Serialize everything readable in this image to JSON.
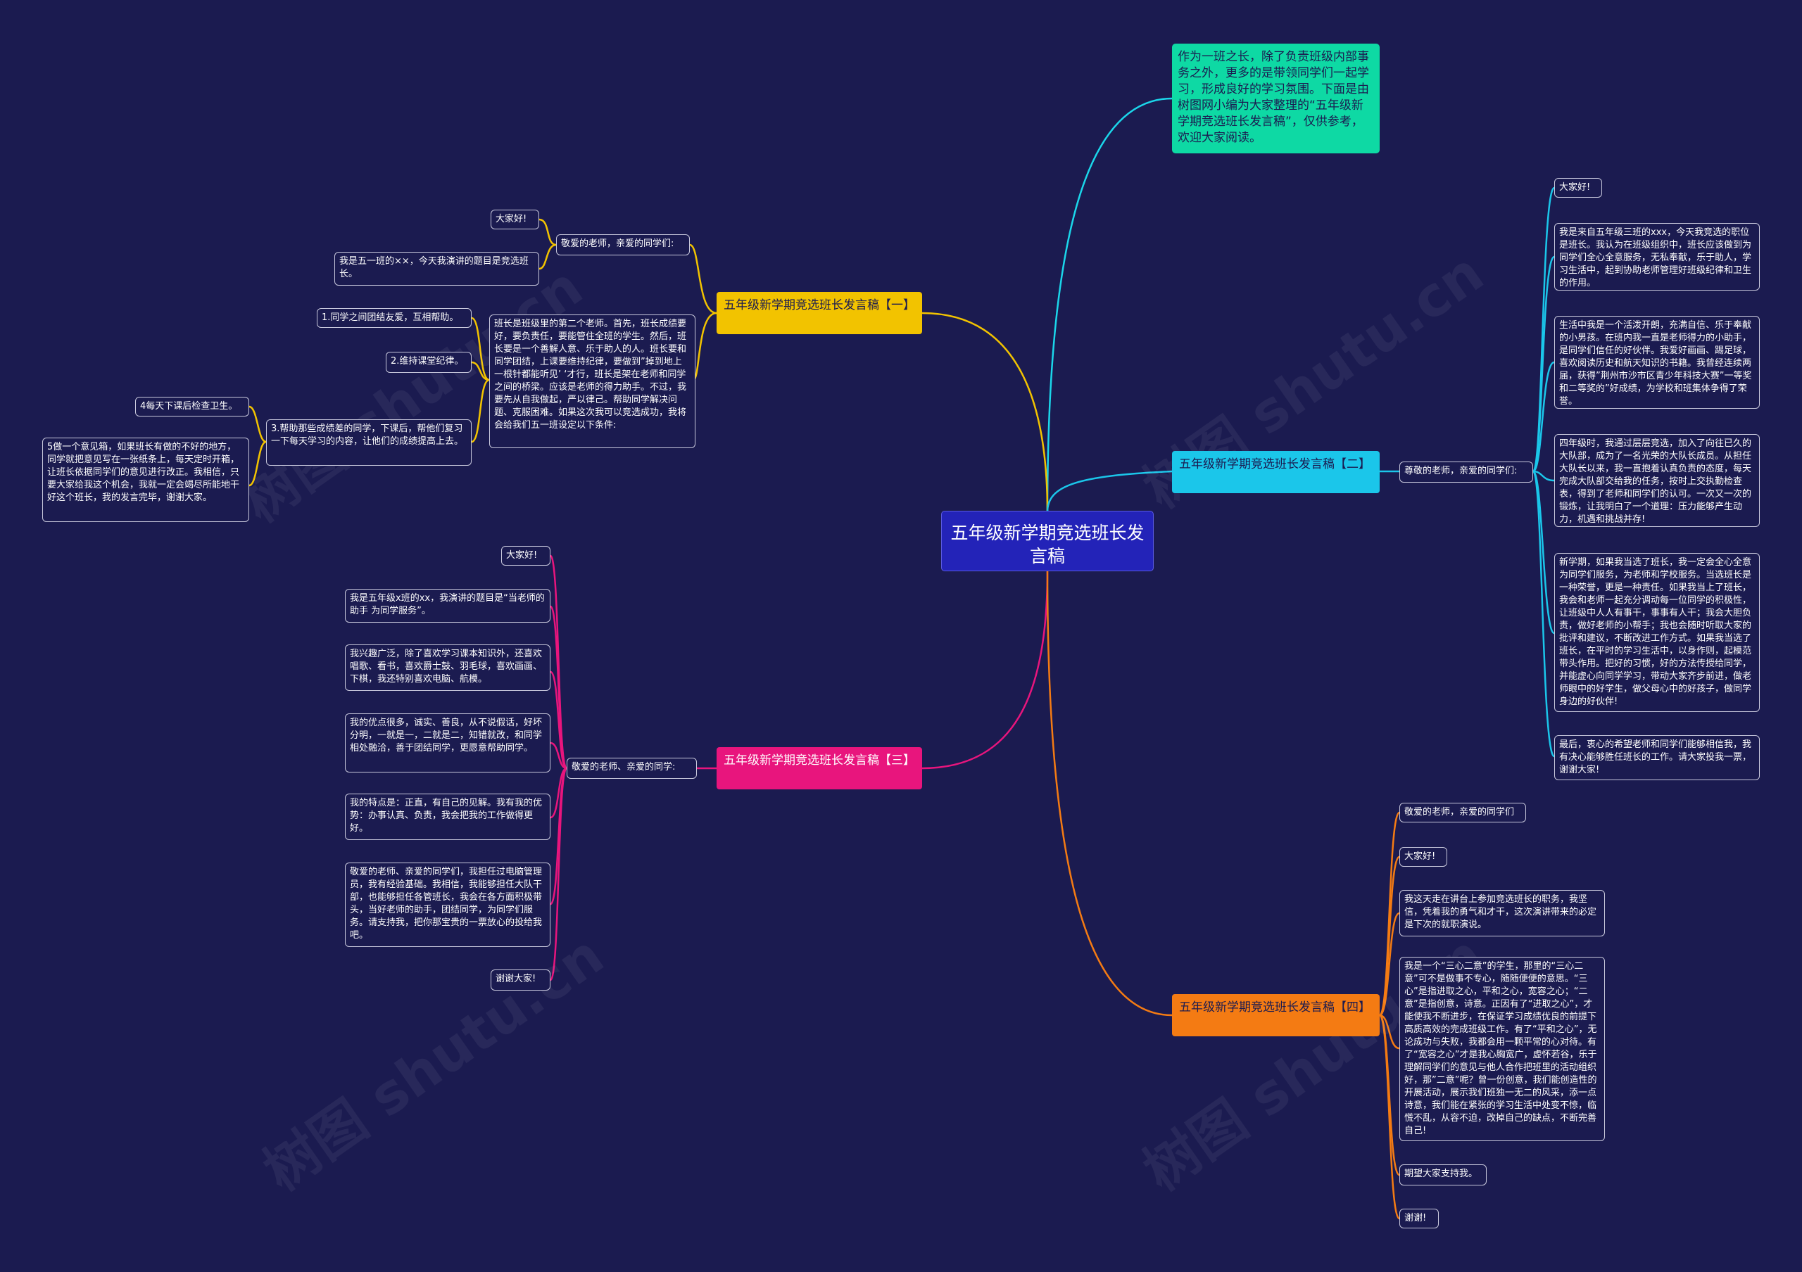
{
  "colors": {
    "background": "#1b1b50",
    "root": "#2323b8",
    "intro": "#0ed9a4",
    "branch1": "#f2c300",
    "branch2": "#1bc6ea",
    "branch3": "#e8157d",
    "branch4": "#f47b13"
  },
  "watermark": "树图 shutu.cn",
  "root": {
    "title": "五年级新学期竞选班长发言稿"
  },
  "intro": {
    "text": "作为一班之长，除了负责班级内部事务之外，更多的是带领同学们一起学习，形成良好的学习氛围。下面是由树图网小编为大家整理的“五年级新学期竞选班长发言稿”，仅供参考，欢迎大家阅读。"
  },
  "branch1": {
    "title": "五年级新学期竞选班长发言稿【一】",
    "greeting": "敬爱的老师，亲爱的同学们:",
    "hello": "大家好!",
    "self_intro": "我是五一班的××，今天我演讲的题目是竞选班长。",
    "main": "班长是班级里的第二个老师。首先，班长成绩要好，要负责任，要能管住全班的学生。然后，班长要是一个善解人意、乐于助人的人。班长要和同学团结，上课要维持纪律，要做到”掉到地上一根针都能听见’ ‘才行，班长是架在老师和同学之间的桥梁。应该是老师的得力助手。不过，我要先从自我做起，严以律己。帮助同学解决问题、克服困难。如果这次我可以竞选成功，我将会给我们五一班设定以下条件:",
    "point1": "1.同学之间团结友爱，互相帮助。",
    "point2": "2.维持课堂纪律。",
    "point3": "3.帮助那些成绩差的同学，下课后，帮他们复习一下每天学习的内容，让他们的成绩提高上去。",
    "point4": "4每天下课后检查卫生。",
    "point5": "5做一个意见箱，如果班长有做的不好的地方，同学就把意见写在一张纸条上，每天定时开箱，让班长依据同学们的意见进行改正。我相信，只要大家给我这个机会，我就一定会竭尽所能地干好这个班长，我的发言完毕，谢谢大家。"
  },
  "branch2": {
    "title": "五年级新学期竞选班长发言稿【二】",
    "greeting": "尊敬的老师，亲爱的同学们:",
    "items": [
      "大家好!",
      "我是来自五年级三班的xxx，今天我竞选的职位是班长。我认为在班级组织中，班长应该做到为同学们全心全意服务，无私奉献，乐于助人，学习生活中，起到协助老师管理好班级纪律和卫生的作用。",
      "生活中我是一个活泼开朗，充满自信、乐于奉献的小男孩。在班内我一直是老师得力的小助手，是同学们信任的好伙伴。我爱好画画、踢足球，喜欢阅读历史和航天知识的书籍。我曾经连续两届，获得”荆州市沙市区青少年科技大赛”一等奖和二等奖的”好成绩，为学校和班集体争得了荣誉。",
      "四年级时，我通过层层竞选，加入了向往已久的大队部，成为了一名光荣的大队长成员。从担任大队长以来，我一直抱着认真负责的态度，每天完成大队部交给我的任务，按时上交执勤检查表，得到了老师和同学们的认可。一次又一次的锻炼，让我明白了一个道理：压力能够产生动力，机遇和挑战并存!",
      "新学期，如果我当选了班长，我一定会全心全意为同学们服务，为老师和学校服务。当选班长是一种荣誉，更是一种责任。如果我当上了班长，我会和老师一起充分调动每一位同学的积极性，让班级中人人有事干，事事有人干；我会大胆负责，做好老师的小帮手；我也会随时听取大家的批评和建议，不断改进工作方式。如果我当选了班长，在平时的学习生活中，以身作则，起模范带头作用。把好的习惯，好的方法传授给同学，并能虚心向同学学习，带动大家齐步前进，做老师眼中的好学生，做父母心中的好孩子，做同学身边的好伙伴!",
      "最后，衷心的希望老师和同学们能够相信我，我有决心能够胜任班长的工作。请大家投我一票，谢谢大家!"
    ]
  },
  "branch3": {
    "title": "五年级新学期竞选班长发言稿【三】",
    "greeting": "敬爱的老师、亲爱的同学:",
    "items": [
      "大家好!",
      "我是五年级x班的xx，我演讲的题目是“当老师的助手 为同学服务”。",
      "我兴趣广泛，除了喜欢学习课本知识外，还喜欢唱歌、看书，喜欢爵士鼓、羽毛球，喜欢画画、下棋，我还特别喜欢电脑、航模。",
      "我的优点很多，诚实、善良，从不说假话，好坏分明，一就是一，二就是二，知错就改，和同学相处融洽，善于团结同学，更愿意帮助同学。",
      "我的特点是：正直，有自己的见解。我有我的优势：办事认真、负责，我会把我的工作做得更好。",
      "敬爱的老师、亲爱的同学们，我担任过电脑管理员，我有经验基础。我相信，我能够担任大队干部，也能够担任各管班长，我会在各方面积极带头，当好老师的助手，团结同学，为同学们服务。请支持我，把你那宝贵的一票放心的投给我吧。",
      "谢谢大家!"
    ]
  },
  "branch4": {
    "title": "五年级新学期竞选班长发言稿【四】",
    "items": [
      "敬爱的老师，亲爱的同学们",
      "大家好!",
      "我这天走在讲台上参加竞选班长的职务，我坚信，凭着我的勇气和才干，这次演讲带来的必定是下次的就职演说。",
      "我是一个“三心二意”的学生，那里的“三心二意”可不是做事不专心，随随便便的意思。“三心”是指进取之心，平和之心，宽容之心；“二意”是指创意，诗意。正因有了“进取之心”，才能使我不断进步，在保证学习成绩优良的前提下高质高效的完成班级工作。有了“平和之心”，无论成功与失败，我都会用一颗平常的心对待。有了“宽容之心”才是我心胸宽广，虚怀若谷，乐于理解同学们的意见与他人合作把班里的活动组织好，那”二意”呢？曾一份创意，我们能创造性的开展活动，展示我们班独一无二的风采，添一点诗意，我们能在紧张的学习生活中处变不惊，临慌不乱，从容不迫，改掉自己的缺点，不断完善自己!",
      "期望大家支持我。",
      "谢谢!"
    ]
  }
}
